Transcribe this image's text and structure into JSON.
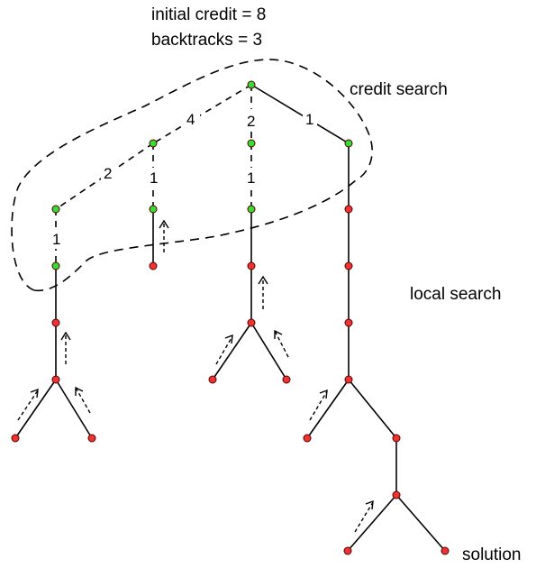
{
  "header": {
    "line1": "initial credit = 8",
    "line2": "backtracks = 3"
  },
  "labels": {
    "credit_search": "credit search",
    "local_search": "local search",
    "solution": "solution"
  },
  "credit_values": {
    "root_left": "4",
    "root_middle": "2",
    "root_right": "1",
    "left_a": "2",
    "left_b": "1",
    "middle_down": "1",
    "leftmost_down": "1"
  },
  "colors": {
    "credit_node": "#33dd33",
    "local_node": "#ee3333",
    "node_outline": "#550000"
  }
}
